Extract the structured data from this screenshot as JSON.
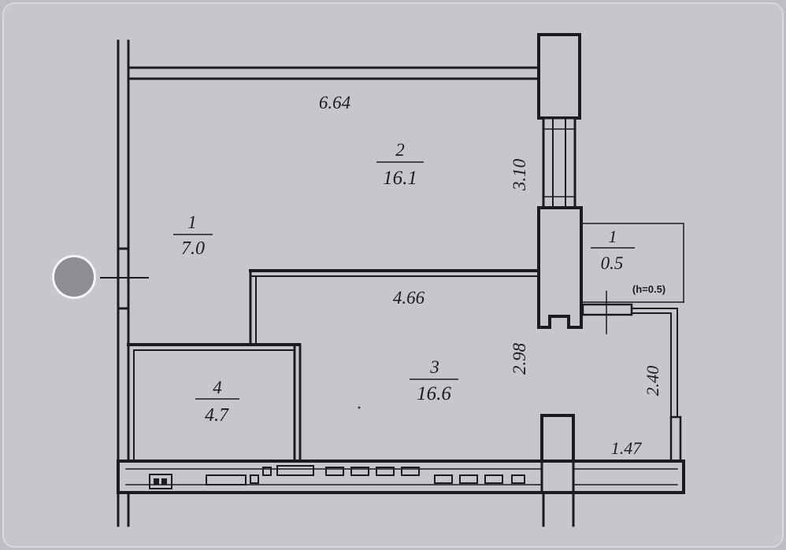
{
  "plan": {
    "rooms": [
      {
        "id": "room-1-left",
        "number": "1",
        "area": "7.0"
      },
      {
        "id": "room-2",
        "number": "2",
        "area": "16.1"
      },
      {
        "id": "room-1-right",
        "number": "1",
        "area": "0.5"
      },
      {
        "id": "room-3",
        "number": "3",
        "area": "16.6"
      },
      {
        "id": "room-4",
        "number": "4",
        "area": "4.7"
      }
    ],
    "dimensions": {
      "top_width": "6.64",
      "room2_height": "3.10",
      "mid_width": "4.66",
      "room3_height": "2.98",
      "right_height": "2.40",
      "bottom_right_width": "1.47"
    },
    "note": "(h=0.5)"
  },
  "colors": {
    "background": "#bdbec2",
    "paper": "#c9cacf",
    "ink": "#1c1c1e",
    "cursor_fill": "#8e8f94",
    "cursor_ring": "#f4f4f4"
  }
}
